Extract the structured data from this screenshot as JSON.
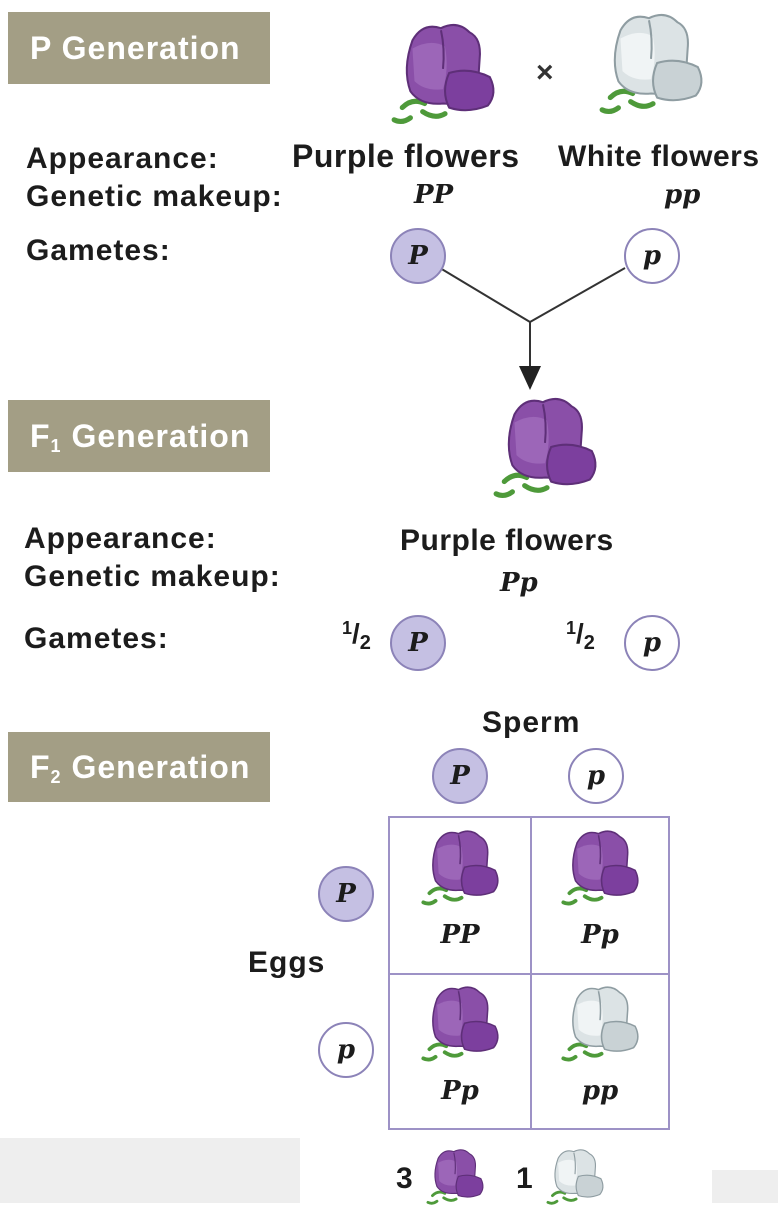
{
  "p_generation": {
    "label": "P Generation",
    "cross_symbol": "×",
    "appearance_label": "Appearance:",
    "genetic_label": "Genetic makeup:",
    "gametes_label": "Gametes:",
    "parent1": {
      "phenotype": "Purple flowers",
      "genotype": "PP",
      "gamete": "P",
      "color": "#8a4fa8"
    },
    "parent2": {
      "phenotype": "White flowers",
      "genotype": "pp",
      "gamete": "p",
      "color": "#dce3e5"
    }
  },
  "f1_generation": {
    "label_main": "F",
    "label_sub": "1",
    "label_rest": " Generation",
    "appearance_label": "Appearance:",
    "genetic_label": "Genetic makeup:",
    "gametes_label": "Gametes:",
    "phenotype": "Purple flowers",
    "genotype": "Pp",
    "gamete_dom": {
      "num": "1",
      "den": "2",
      "allele": "P"
    },
    "gamete_rec": {
      "num": "1",
      "den": "2",
      "allele": "p"
    }
  },
  "f2_generation": {
    "label_main": "F",
    "label_sub": "2",
    "label_rest": " Generation",
    "sperm_label": "Sperm",
    "eggs_label": "Eggs",
    "sperm": [
      "P",
      "p"
    ],
    "eggs": [
      "P",
      "p"
    ],
    "cells": [
      "PP",
      "Pp",
      "Pp",
      "pp"
    ],
    "ratio_purple": "3",
    "ratio_white": "1"
  },
  "colors": {
    "label_bg": "#a39e85",
    "dominant_gamete": "#c5c0e3",
    "gamete_border": "#8c83b8",
    "grid_border": "#9d92c6",
    "purple_flower": "#8a4fa8",
    "white_flower": "#dce3e5",
    "leaf": "#4e9a3a"
  }
}
